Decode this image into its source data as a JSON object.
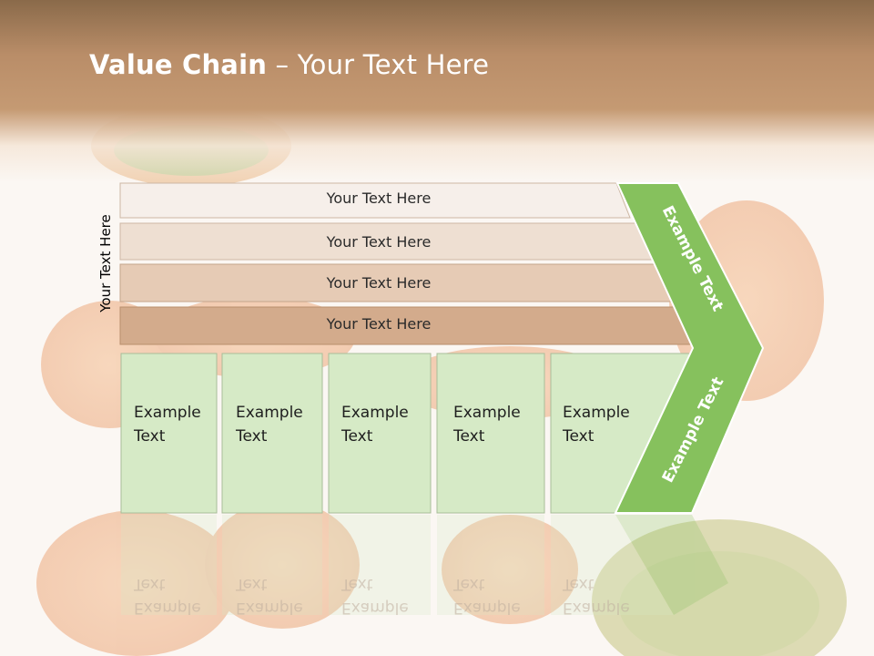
{
  "slide": {
    "title_bold": "Value Chain",
    "title_rest": " – Your Text Here",
    "side_label": "Your Text Here"
  },
  "bars": [
    {
      "label": "Your Text Here"
    },
    {
      "label": "Your Text Here"
    },
    {
      "label": "Your Text Here"
    },
    {
      "label": "Your Text Here"
    }
  ],
  "columns": [
    {
      "line1": "Example",
      "line2": "Text"
    },
    {
      "line1": "Example",
      "line2": "Text"
    },
    {
      "line1": "Example",
      "line2": "Text"
    },
    {
      "line1": "Example",
      "line2": "Text"
    },
    {
      "line1": "Example",
      "line2": "Text"
    }
  ],
  "arrow": {
    "upper_text": "Example Text",
    "lower_text": "Example Text"
  },
  "colors": {
    "bar1": "#f6efea",
    "bar2": "#eedfd2",
    "bar3": "#e6cbb5",
    "bar4": "#d3ab8c",
    "column_fill": "#d6eac6",
    "arrow_fill": "#86c15d"
  }
}
